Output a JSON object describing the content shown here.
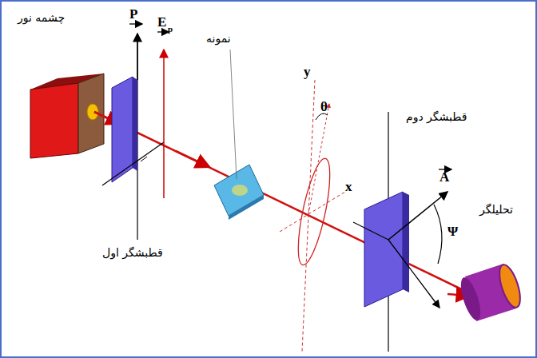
{
  "diagram": {
    "labels": [
      "چشمه نور",
      "P",
      "E",
      "p",
      "نمونه",
      "y",
      "θ",
      "x",
      "قطبشگر دوم",
      "A",
      "Ψ",
      "تحلیلگر",
      "قطبشگر اول"
    ]
  }
}
